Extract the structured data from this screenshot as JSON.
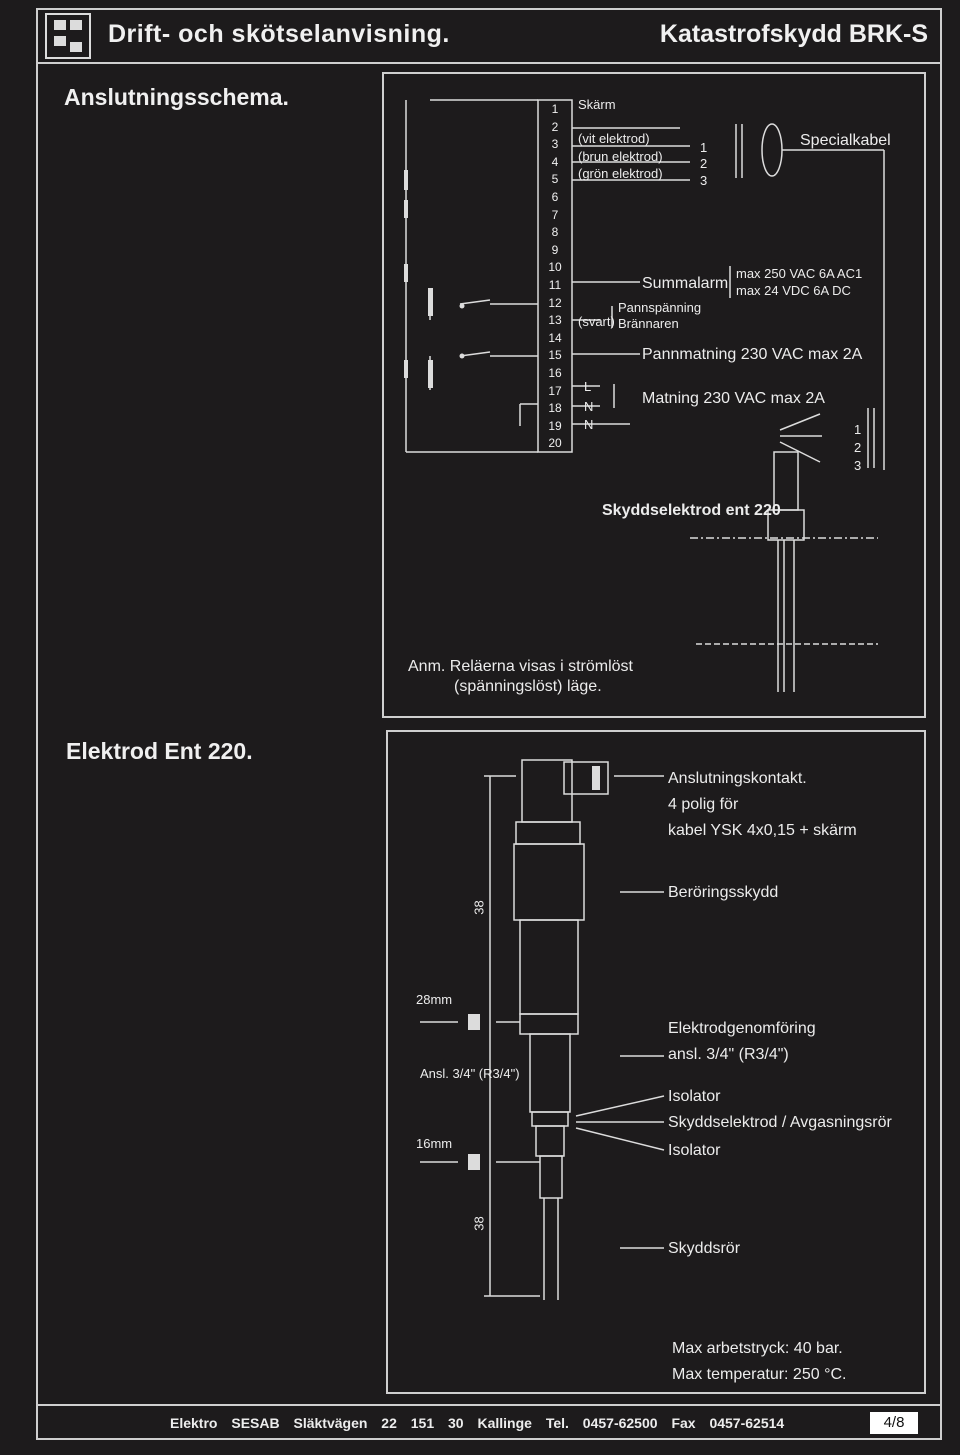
{
  "header": {
    "title": "Drift- och skötselanvisning.",
    "product": "Katastrofskydd BRK-S"
  },
  "section1": {
    "title": "Anslutningsschema.",
    "terminals": [
      "1",
      "2",
      "3",
      "4",
      "5",
      "6",
      "7",
      "8",
      "9",
      "10",
      "11",
      "12",
      "13",
      "14",
      "15",
      "16",
      "17",
      "18",
      "19",
      "20"
    ],
    "term_labels": {
      "skarm": "Skärm",
      "vit": "(vit elektrod)",
      "brun": "(brun elektrod)",
      "gron": "(grön elektrod)",
      "svart": "(svart)"
    },
    "probe_wire_nums": [
      "1",
      "2",
      "3"
    ],
    "cable_label": "Specialkabel",
    "sum_alarm": "Summalarm",
    "rating1": "max 250 VAC 6A AC1",
    "rating2": "max 24 VDC 6A DC",
    "relay_note1": "Pannspänning",
    "relay_note2": "Brännaren",
    "relay_note3": "Pannmatning 230 VAC max 2A",
    "mains": "Matning 230 VAC max 2A",
    "mains_phases": [
      "L",
      "N",
      "N"
    ],
    "right_wire_nums": [
      "1",
      "2",
      "3"
    ],
    "probe_name": "Skyddselektrod ent 220",
    "note_line1": "Anm. Reläerna visas i strömlöst",
    "note_line2": "(spänningslöst) läge."
  },
  "section2": {
    "title": "Elektrod  Ent 220.",
    "connector": "Anslutningskontakt.",
    "pins": "4 polig för",
    "cable": "kabel YSK 4x0,15 + skärm",
    "protection": "Beröringsskydd",
    "dim1": "38",
    "wrench1": "28mm",
    "thread1": "Ansl. 3/4\" (R3/4\")",
    "wrench2": "16mm",
    "dim2": "38",
    "thread_label1": "Elektrodgenomföring",
    "thread_label2": "ansl. 3/4\" (R3/4\")",
    "insulator1": "Isolator",
    "inner": "Skyddselektrod / Avgasningsrör",
    "insulator2": "Isolator",
    "outer": "Skyddsrör",
    "spec1": "Max arbetstryck: 40 bar.",
    "spec2": "Max temperatur: 250 °C."
  },
  "footer": {
    "company": "Elektro SESAB",
    "address": "Släktvägen 22  151 30 Kallinge",
    "phone": "Tel. 0457-62500",
    "fax": "Fax 0457-62514",
    "page": "4/8"
  }
}
